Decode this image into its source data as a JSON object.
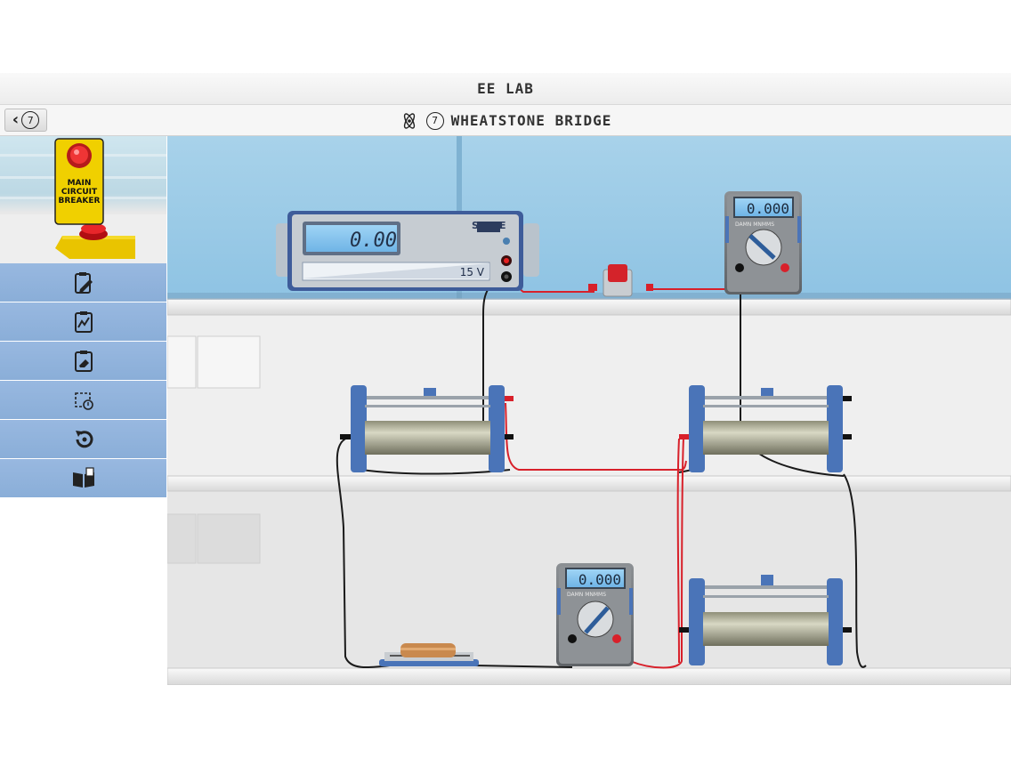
{
  "app": {
    "title": "EE LAB"
  },
  "nav": {
    "back_number": "7",
    "lab_number": "7",
    "lab_title": "WHEATSTONE BRIDGE"
  },
  "breaker": {
    "line1": "MAIN",
    "line2": "CIRCUIT",
    "line3": "BREAKER"
  },
  "tools": [
    {
      "icon": "clipboard-edit-icon"
    },
    {
      "icon": "graph-icon"
    },
    {
      "icon": "clipboard-erase-icon"
    },
    {
      "icon": "circuit-diagram-icon"
    },
    {
      "icon": "reset-icon"
    },
    {
      "icon": "manual-book-icon"
    }
  ],
  "power_supply": {
    "brand": "SM-EE",
    "display": "0.00",
    "voltage_label": "15 V"
  },
  "multimeter_top": {
    "display": "0.000",
    "brand": "DAMN MNMMS"
  },
  "multimeter_bottom": {
    "display": "0.000",
    "brand": "DAMN MNMMS"
  },
  "colors": {
    "wire_red": "#d8202a",
    "wire_black": "#1a1a1a",
    "sidebar_blue": "#8fb2dc",
    "display_blue": "#7fc0ec"
  }
}
